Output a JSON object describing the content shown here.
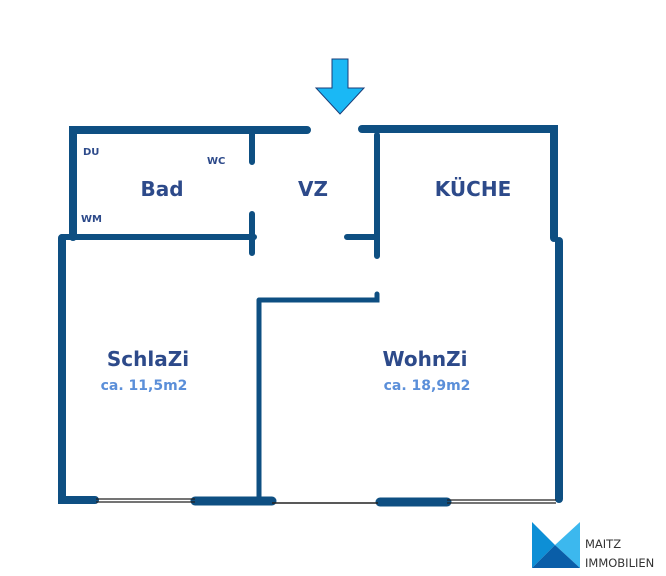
{
  "rooms": [
    {
      "name": "Bad"
    },
    {
      "name": "VZ"
    },
    {
      "name": "KÜCHE"
    },
    {
      "name": "SchlaZi",
      "area": "ca. 11,5m2"
    },
    {
      "name": "WohnZi",
      "area": "ca. 18,9m2"
    }
  ],
  "fixtures": {
    "shower": "DU",
    "toilet": "WC",
    "washer": "WM"
  },
  "logo": {
    "line1": "MAITZ",
    "line2": "IMMOBILIEN"
  },
  "colors": {
    "wall": "#0e4f82",
    "arrow": "#1ab8f5",
    "label": "#2d4a8a",
    "area": "#5b8fd9"
  }
}
